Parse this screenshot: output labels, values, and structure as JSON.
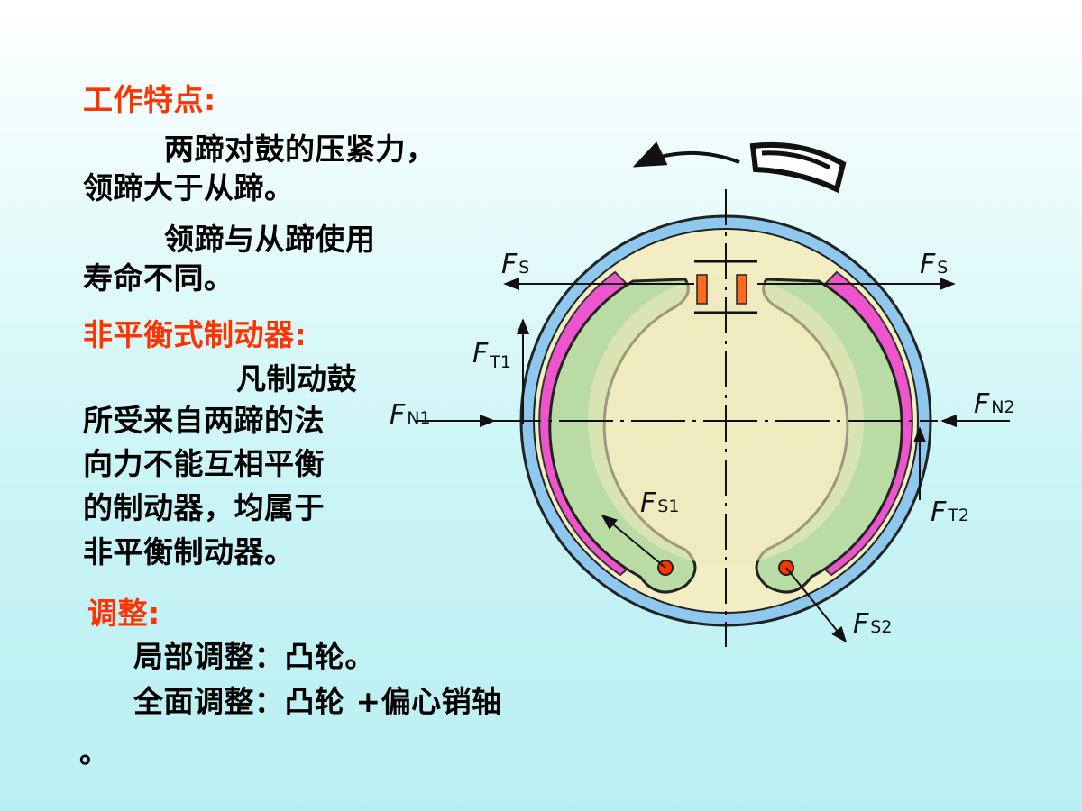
{
  "section1": {
    "heading": "工作特点:",
    "p1_line1": "两蹄对鼓的压紧力，",
    "p1_line2": "领蹄大于从蹄。",
    "p2_line1": "领蹄与从蹄使用",
    "p2_line2": "寿命不同。"
  },
  "section2": {
    "heading": "非平衡式制动器:",
    "lines": [
      "凡制动鼓",
      "所受来自两蹄的法",
      "向力不能互相平衡",
      "的制动器，均属于",
      "非平衡制动器。"
    ]
  },
  "section3": {
    "heading": "调整:",
    "line1": "局部调整：凸轮。",
    "line2": "全面调整：凸轮 +偏心销轴",
    "line3": "。"
  },
  "diagram": {
    "labels": {
      "fs_left": {
        "main": "F",
        "sub": "S"
      },
      "fs_right": {
        "main": "F",
        "sub": "S"
      },
      "ft1": {
        "main": "F",
        "sub": "T1"
      },
      "fn1": {
        "main": "F",
        "sub": "N1"
      },
      "fn2": {
        "main": "F",
        "sub": "N2"
      },
      "fs1": {
        "main": "F",
        "sub": "S1"
      },
      "ft2": {
        "main": "F",
        "sub": "T2"
      },
      "fs2": {
        "main": "F",
        "sub": "S2"
      }
    },
    "colors": {
      "drum_blue": "#8ec8ef",
      "interior": "#f3edc4",
      "shoe_green": "#b8dca4",
      "lining_pink": "#ee55cc",
      "cam_orange": "#ff6a1a",
      "pin_red": "#ff3300"
    }
  }
}
